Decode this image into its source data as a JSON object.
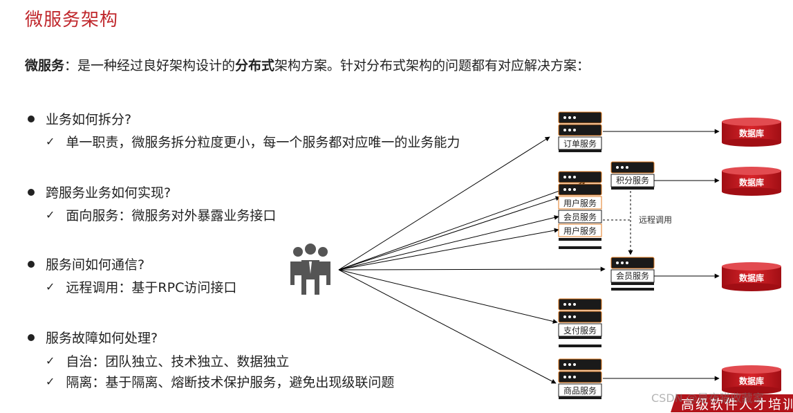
{
  "title": "微服务架构",
  "intro": {
    "term": "微服务",
    "part1": "：是一种经过良好架构设计的",
    "bold": "分布式",
    "part2": "架构方案。针对分布式架构的问题都有对应解决方案："
  },
  "items": [
    {
      "question": "业务如何拆分?",
      "answers": [
        "单一职责，微服务拆分粒度更小，每一个服务都对应唯一的业务能力"
      ]
    },
    {
      "question": "跨服务业务如何实现?",
      "answers": [
        "面向服务：微服务对外暴露业务接口"
      ]
    },
    {
      "question": "服务间如何通信?",
      "answers": [
        "远程调用：基于RPC访问接口"
      ]
    },
    {
      "question": "服务故障如何处理?",
      "answers": [
        "自治：团队独立、技术独立、数据独立",
        "隔离：基于隔离、熔断技术保护服务，避免出现级联问题"
      ]
    }
  ],
  "diagram": {
    "users_icon": "users-group-icon",
    "services": {
      "order": "订单服务",
      "stack_top": "用户服务",
      "stack_mid": "会员服务",
      "stack_bottom": "用户服务",
      "points": "积分服务",
      "member": "会员服务",
      "payment": "支付服务",
      "product": "商品服务"
    },
    "database_label": "数据库",
    "remote_call_label": "远程调用",
    "colors": {
      "server": "#1a1a1a",
      "server_border": "#e07a1f",
      "db": "#c8161d",
      "arrow": "#000000"
    }
  },
  "footer": {
    "banner_text": "高级软件人才培训",
    "watermark": "CSDN @是夜猫收藏家"
  }
}
